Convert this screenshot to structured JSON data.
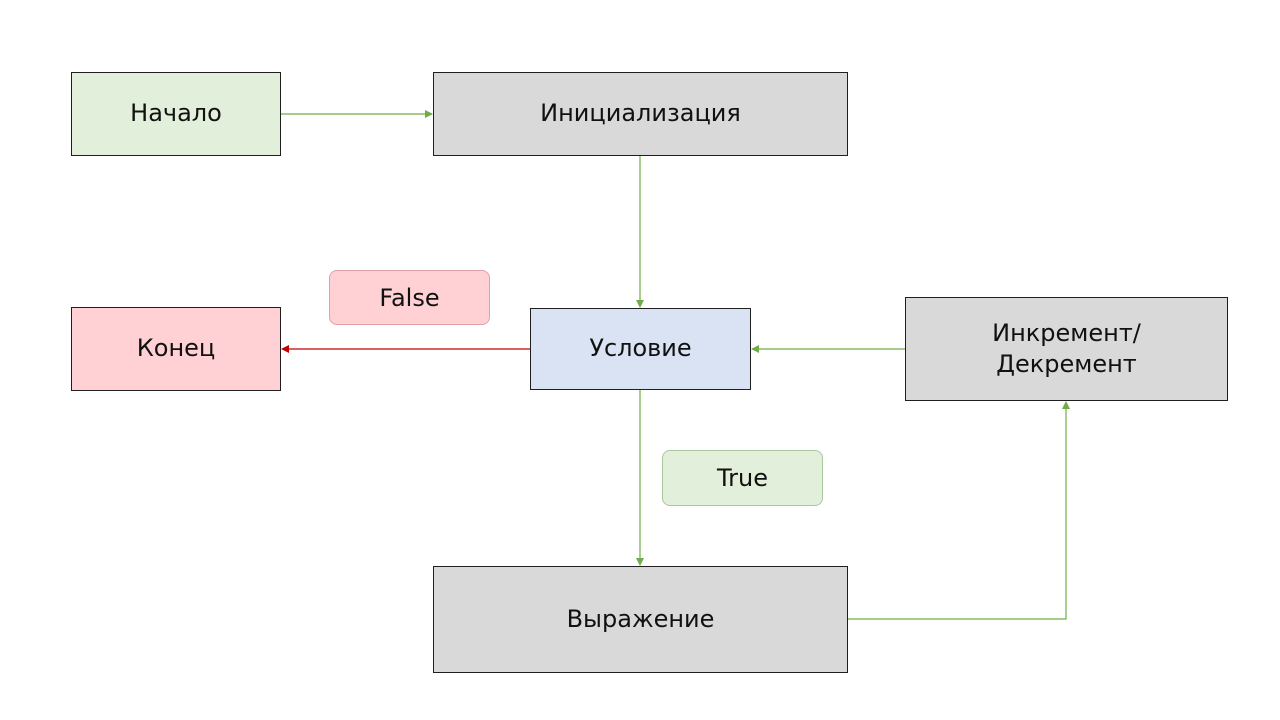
{
  "colors": {
    "start_fill": "#e2efda",
    "process_fill": "#d9d9d9",
    "condition_fill": "#dae3f3",
    "end_fill": "#ffd1d5",
    "true_fill": "#e2efda",
    "true_border": "#a9c89b",
    "false_fill": "#ffd1d5",
    "false_border": "#e0a0a8",
    "edge_green": "#70ad47",
    "edge_red": "#c00000"
  },
  "nodes": {
    "start": "Начало",
    "init": "Инициализация",
    "condition": "Условие",
    "end": "Конец",
    "increment": "Инкремент/\nДекремент",
    "expression": "Выражение"
  },
  "labels": {
    "false": "False",
    "true": "True"
  }
}
